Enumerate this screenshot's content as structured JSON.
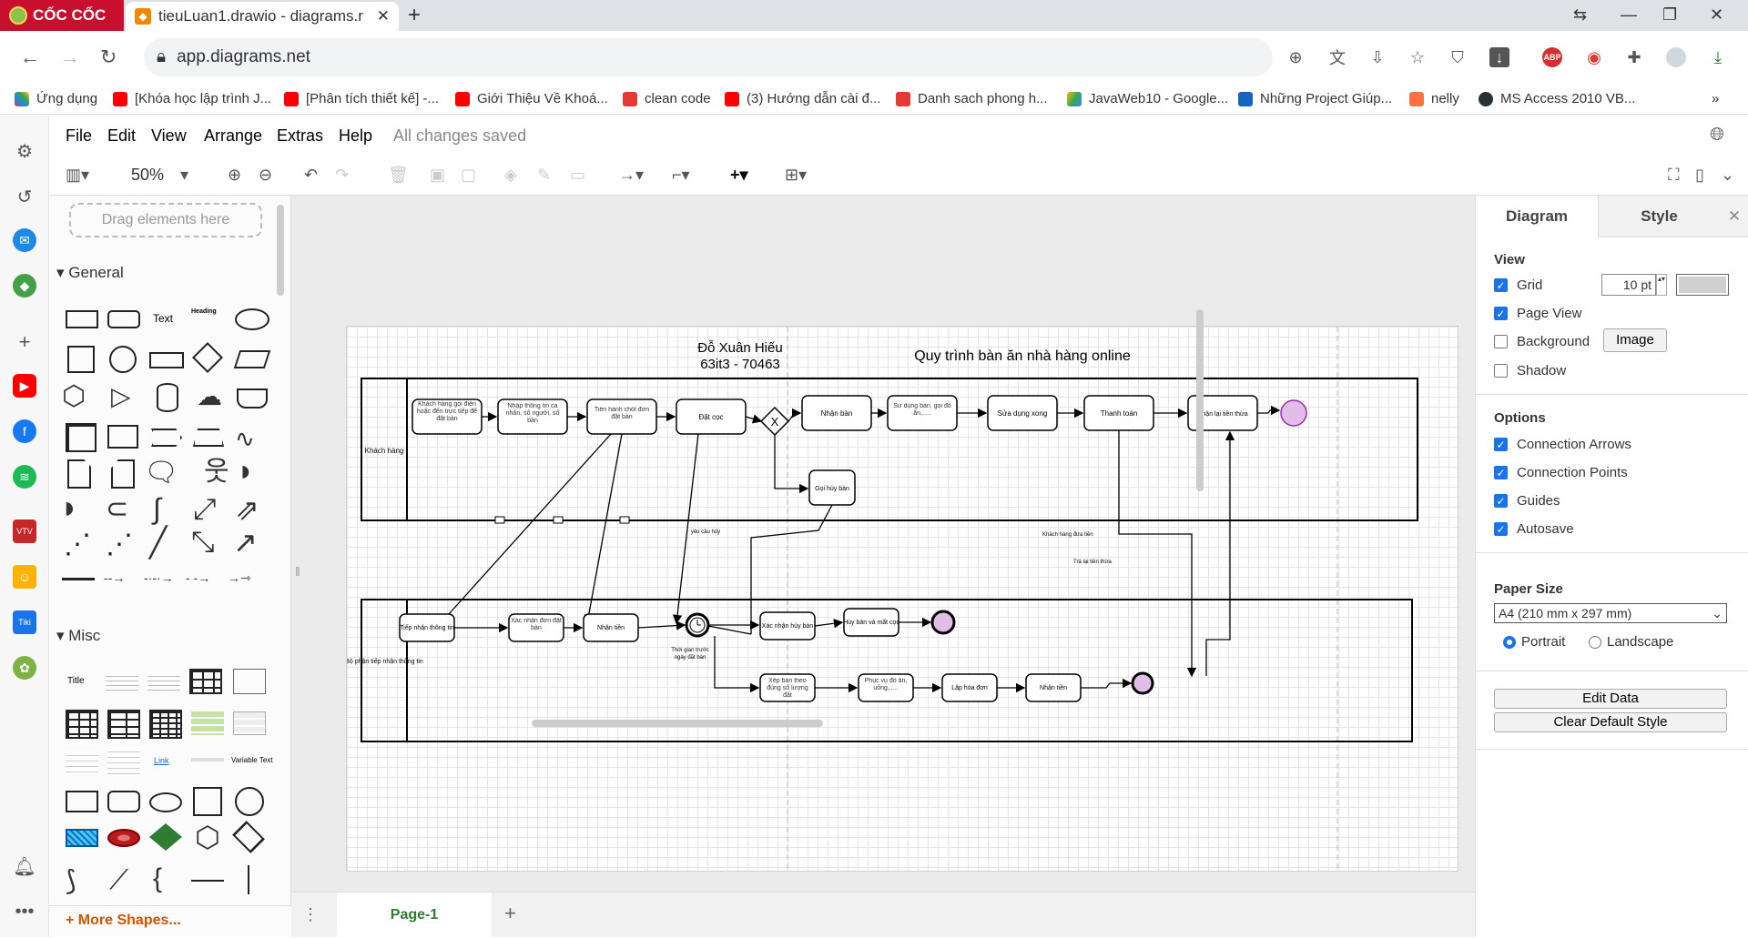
{
  "browser": {
    "brand": "CỐC CỐC",
    "tab_title": "tieuLuan1.drawio - diagrams.r",
    "url": "app.diagrams.net",
    "bookmarks": [
      "Ứng dụng",
      "[Khóa học lập trình J...",
      "[Phân tích thiết kế] -...",
      "Giới Thiệu Về Khoá...",
      "clean code",
      "(3) Hướng dẫn cài đ...",
      "Danh sach phong h...",
      "JavaWeb10 - Google...",
      "Những Project Giúp...",
      "nelly",
      "MS Access 2010 VB..."
    ],
    "more_bookmarks": "»"
  },
  "app": {
    "menu": [
      "File",
      "Edit",
      "View",
      "Arrange",
      "Extras",
      "Help"
    ],
    "status": "All changes saved",
    "zoom": "50%"
  },
  "shapes_panel": {
    "drag_hint": "Drag elements here",
    "general": "General",
    "misc": "Misc",
    "more_shapes": "More Shapes...",
    "text_label": "Text",
    "heading_label": "Heading",
    "title_label": "Title",
    "link_label": "Link",
    "variable_label": "Variable Text"
  },
  "diagram": {
    "author": "Đỗ Xuân Hiếu",
    "class_id": "63it3 - 70463",
    "title": "Quy trình bàn ăn nhà hàng online",
    "lane1": "Khách hàng",
    "lane2": "Bộ phận tiếp nhận thông tin",
    "nodes": {
      "n1": "Khách hàng gọi điện hoặc đến trực tiếp để đặt bàn",
      "n2": "Nhập thông tin cá nhân, số người, số bàn",
      "n3": "Tiến hành chốt đơn đặt bàn",
      "n4": "Đặt cọc",
      "n5": "Nhận bàn",
      "n6": "Sử dụng bàn, gọi đồ ăn,.....",
      "n7": "Sửa dụng xong",
      "n8": "Thanh toán",
      "n9": "Nhận lại tiền thừa",
      "n10": "Gọi hủy bàn",
      "m1": "Tiếp nhận thông tin",
      "m2": "Xác nhận đơn đặt bàn",
      "m3": "Nhận tiền",
      "m4": "Xác nhận hủy bàn",
      "m5": "Hủy bàn và mất cọc",
      "m6": "Xếp bàn theo đúng số lượng đặt",
      "m7": "Phục vụ đồ ăn, uống,.....",
      "m8": "Lập hóa đơn",
      "m9": "Nhận tiền"
    },
    "labels": {
      "cancel_req": "yêu cầu hủy",
      "before_time": "Thời gian trước ngày đặt bàn",
      "cust_pay": "Khách hàng đưa tiền",
      "return_change": "Trả lại tiền thừa"
    }
  },
  "page_tabs": {
    "page1": "Page-1"
  },
  "format_panel": {
    "tabs": [
      "Diagram",
      "Style"
    ],
    "view": "View",
    "grid": "Grid",
    "grid_size": "10 pt",
    "page_view": "Page View",
    "background": "Background",
    "image_btn": "Image",
    "shadow": "Shadow",
    "options": "Options",
    "connection_arrows": "Connection Arrows",
    "connection_points": "Connection Points",
    "guides": "Guides",
    "autosave": "Autosave",
    "paper_size": "Paper Size",
    "paper_value": "A4 (210 mm x 297 mm)",
    "portrait": "Portrait",
    "landscape": "Landscape",
    "edit_data": "Edit Data",
    "clear_style": "Clear Default Style"
  }
}
